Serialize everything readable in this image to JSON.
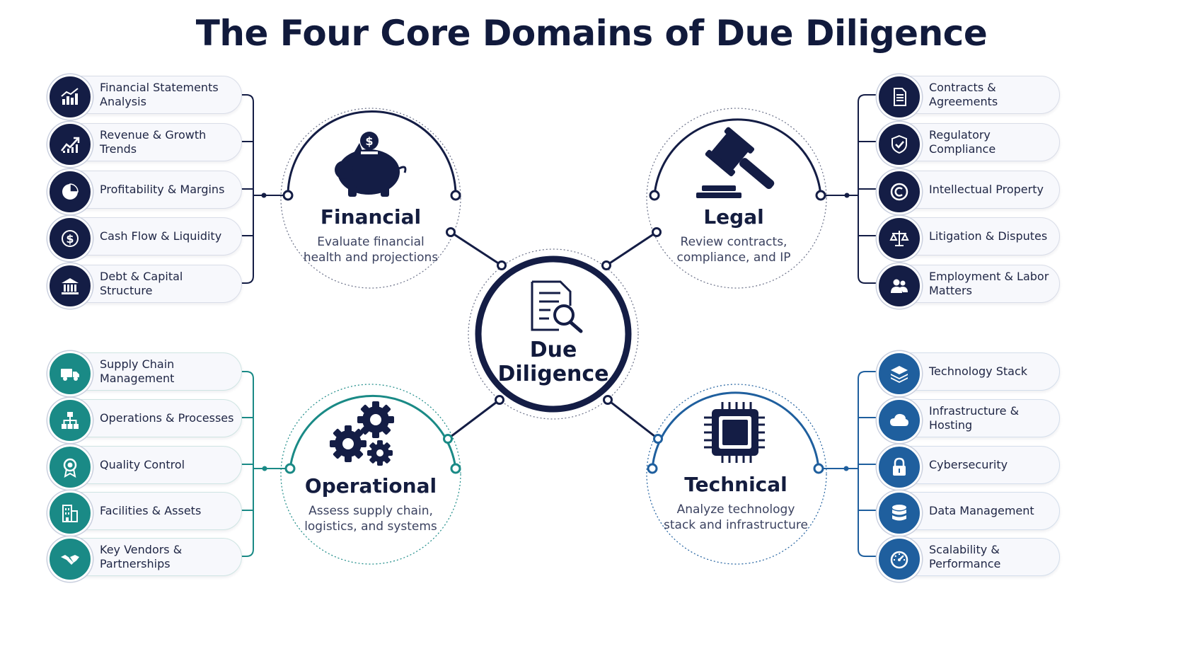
{
  "title": "The Four Core Domains of Due Diligence",
  "center": {
    "label": "Due Diligence",
    "icon": "document-search-icon"
  },
  "colors": {
    "navy": "#141d45",
    "teal": "#1a8a86",
    "blue": "#1f5f9e",
    "line_navy": "#1b2350"
  },
  "domains": {
    "financial": {
      "name": "Financial",
      "desc_line1": "Evaluate financial",
      "desc_line2": "health and projections",
      "icon": "piggy-bank-icon"
    },
    "legal": {
      "name": "Legal",
      "desc_line1": "Review contracts,",
      "desc_line2": "compliance, and IP",
      "icon": "gavel-icon"
    },
    "operational": {
      "name": "Operational",
      "desc_line1": "Assess supply chain,",
      "desc_line2": "logistics, and systems",
      "icon": "gears-icon"
    },
    "technical": {
      "name": "Technical",
      "desc_line1": "Analyze technology",
      "desc_line2": "stack and infrastructure",
      "icon": "chip-icon"
    }
  },
  "financial_items": [
    {
      "label": "Financial Statements Analysis",
      "icon": "bar-chart-icon"
    },
    {
      "label": "Revenue & Growth Trends",
      "icon": "trend-up-icon"
    },
    {
      "label": "Profitability & Margins",
      "icon": "pie-chart-icon"
    },
    {
      "label": "Cash Flow & Liquidity",
      "icon": "dollar-icon"
    },
    {
      "label": "Debt & Capital Structure",
      "icon": "bank-icon"
    }
  ],
  "legal_items": [
    {
      "label": "Contracts & Agreements",
      "icon": "document-icon"
    },
    {
      "label": "Regulatory Compliance",
      "icon": "shield-check-icon"
    },
    {
      "label": "Intellectual Property",
      "icon": "copyright-icon"
    },
    {
      "label": "Litigation & Disputes",
      "icon": "scales-icon"
    },
    {
      "label": "Employment & Labor Matters",
      "icon": "people-icon"
    }
  ],
  "operational_items": [
    {
      "label": "Supply Chain Management",
      "icon": "truck-icon"
    },
    {
      "label": "Operations & Processes",
      "icon": "org-chart-icon"
    },
    {
      "label": "Quality Control",
      "icon": "award-icon"
    },
    {
      "label": "Facilities & Assets",
      "icon": "building-icon"
    },
    {
      "label": "Key Vendors & Partnerships",
      "icon": "handshake-icon"
    }
  ],
  "technical_items": [
    {
      "label": "Technology Stack",
      "icon": "layers-icon"
    },
    {
      "label": "Infrastructure & Hosting",
      "icon": "cloud-icon"
    },
    {
      "label": "Cybersecurity",
      "icon": "lock-icon"
    },
    {
      "label": "Data Management",
      "icon": "database-icon"
    },
    {
      "label": "Scalability & Performance",
      "icon": "gauge-icon"
    }
  ]
}
